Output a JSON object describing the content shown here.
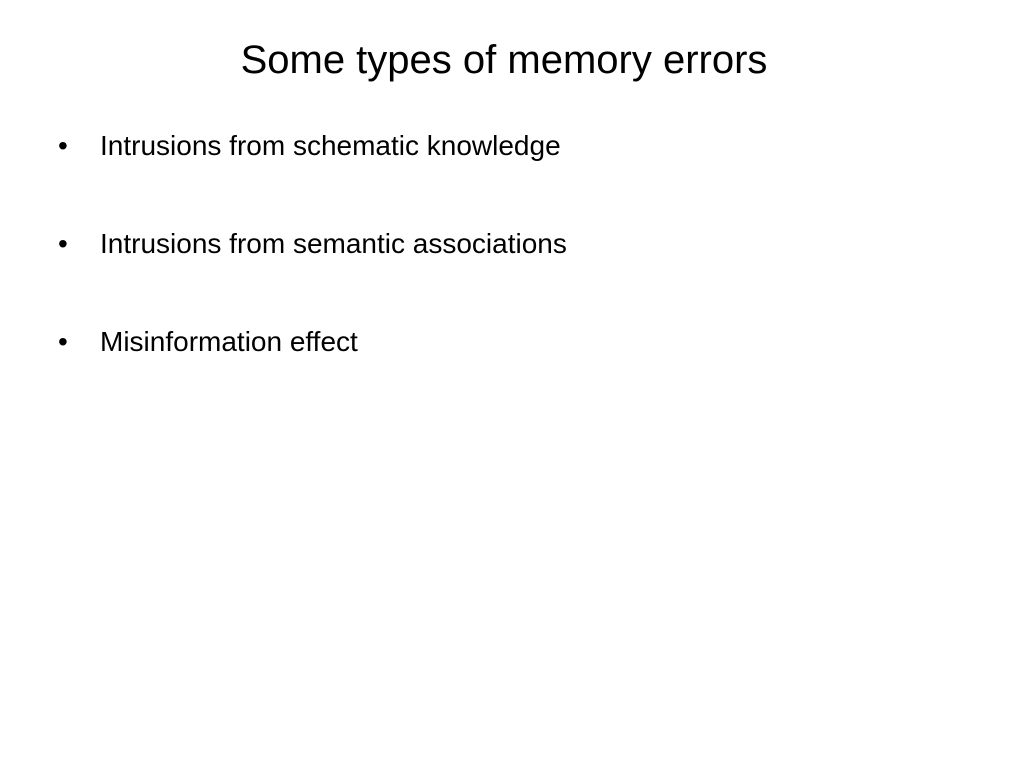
{
  "slide": {
    "title": "Some types of memory errors",
    "bullet_glyph": "•",
    "bullets": [
      {
        "text": "Intrusions from schematic knowledge"
      },
      {
        "text": "Intrusions from semantic associations"
      },
      {
        "text": "Misinformation effect"
      }
    ]
  },
  "colors": {
    "background": "#ffffff",
    "text": "#000000"
  }
}
